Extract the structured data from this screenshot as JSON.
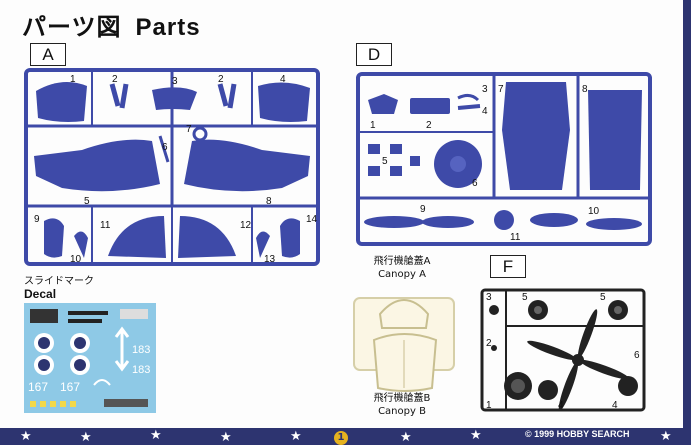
{
  "header": {
    "title_jp": "パーツ図",
    "title_en": "Parts"
  },
  "sprues": {
    "a": {
      "label": "A",
      "numbers": [
        "1",
        "2",
        "3",
        "2",
        "4",
        "5",
        "6",
        "7",
        "8",
        "9",
        "10",
        "11",
        "12",
        "13",
        "14"
      ]
    },
    "d": {
      "label": "D",
      "numbers": [
        "1",
        "2",
        "3",
        "4",
        "5",
        "6",
        "7",
        "8",
        "9",
        "10",
        "11"
      ]
    },
    "f": {
      "label": "F",
      "numbers": [
        "1",
        "2",
        "3",
        "4",
        "4",
        "5",
        "5",
        "6"
      ]
    }
  },
  "decal": {
    "label_jp": "スライドマーク",
    "label_en": "Decal",
    "markings": [
      "183",
      "183",
      "167",
      "167"
    ]
  },
  "canopy_a": {
    "label_jp": "飛行機艙蓋A",
    "label_en": "Canopy A"
  },
  "canopy_b": {
    "label_jp": "飛行機艙蓋B",
    "label_en": "Canopy B"
  },
  "footer": {
    "page": "1",
    "watermark": "© 1999 HOBBY SEARCH"
  },
  "colors": {
    "sprue_blue": "#3e4aa8",
    "frame_navy": "#2d3470",
    "decal_bg": "#8ec9e6"
  }
}
